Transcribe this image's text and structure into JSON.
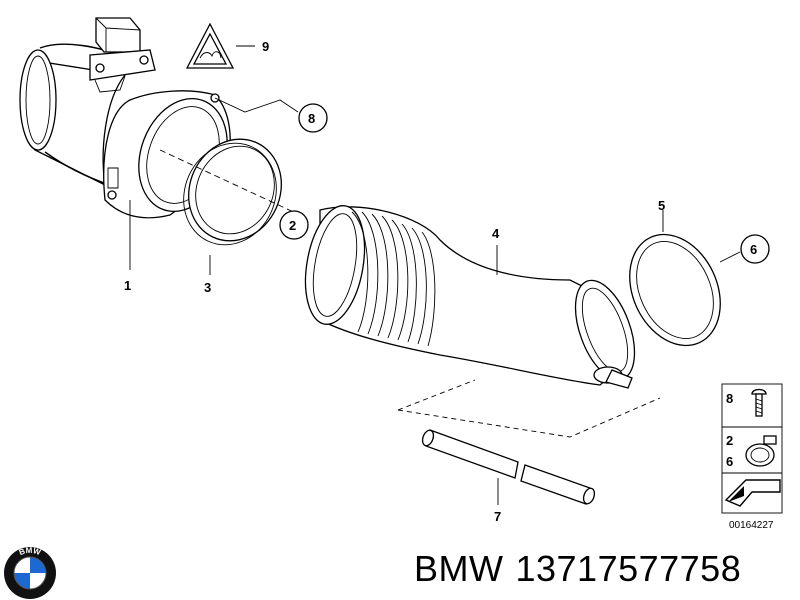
{
  "callouts": {
    "c1": "1",
    "c2": "2",
    "c3": "3",
    "c4": "4",
    "c5": "5",
    "c6": "6",
    "c7": "7",
    "c8": "8",
    "c9": "9"
  },
  "legend": {
    "row1": [
      "8"
    ],
    "row2": [
      "2",
      "6"
    ],
    "diagram_number": "00164227"
  },
  "footer": {
    "brand": "BMW",
    "part_number": "13717577758"
  },
  "logo": {
    "letters": "BMW",
    "colors": {
      "blue": "#1c69d4",
      "white": "#ffffff",
      "ring": "#111111"
    }
  }
}
